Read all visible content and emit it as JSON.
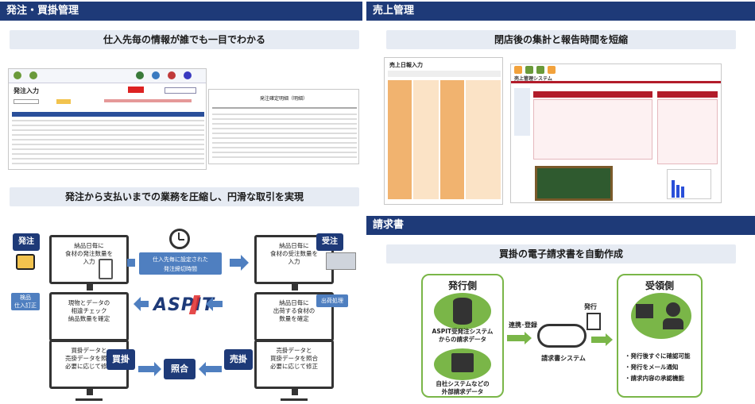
{
  "left": {
    "header": "発注・買掛管理",
    "sub1": "仕入先毎の情報が誰でも一目でわかる",
    "sub2": "発注から支払いまでの業務を圧縮し、円滑な取引を実現",
    "shot1_title": "発注入力",
    "shot2_title": "発注確定明細（明細）",
    "flow": {
      "order_label": "発注",
      "receive_label": "受注",
      "inspect_label": "検品\n仕入訂正",
      "ship_label": "出荷処理",
      "payable_label": "買掛",
      "receivable_label": "売掛",
      "match_label": "照合",
      "logo": "ASPIT",
      "cutoff_box": "仕入先毎に設定された\n発注締切時間",
      "m1": "納品日毎に\n食材の発注数量を\n入力",
      "m2": "納品日毎に\n食材の受注数量を\n入力",
      "m3": "現物とデータの\n相違チェック\n納品数量を確定",
      "m4": "納品日毎に\n出荷する食材の\n数量を確定",
      "m5": "買掛データと\n売掛データを照合\n必要に応じて修正",
      "m6": "売掛データと\n買掛データを照合\n必要に応じて修正"
    }
  },
  "right": {
    "header1": "売上管理",
    "sub1": "閉店後の集計と報告時間を短縮",
    "shot_title": "売上日報入力",
    "shot2_title": "売上管理システム",
    "header2": "請求書",
    "sub2": "買掛の電子請求書を自動作成",
    "issuer": {
      "title": "発行側",
      "db_caption": "ASPIT受発注システム\nからの請求データ",
      "server_caption": "自社システムなどの\n外部請求データ"
    },
    "link_label": "連携･登録",
    "issue_label": "発行",
    "cloud_label": "請求書システム",
    "receiver": {
      "title": "受領側",
      "bullets": [
        "・発行後すぐに確認可能",
        "・発行をメール通知",
        "・請求内容の承認機能"
      ]
    }
  },
  "colors": {
    "navy": "#1e3a78",
    "blue": "#4f7fc0",
    "green": "#7ab648",
    "orange": "#f1b36f"
  }
}
